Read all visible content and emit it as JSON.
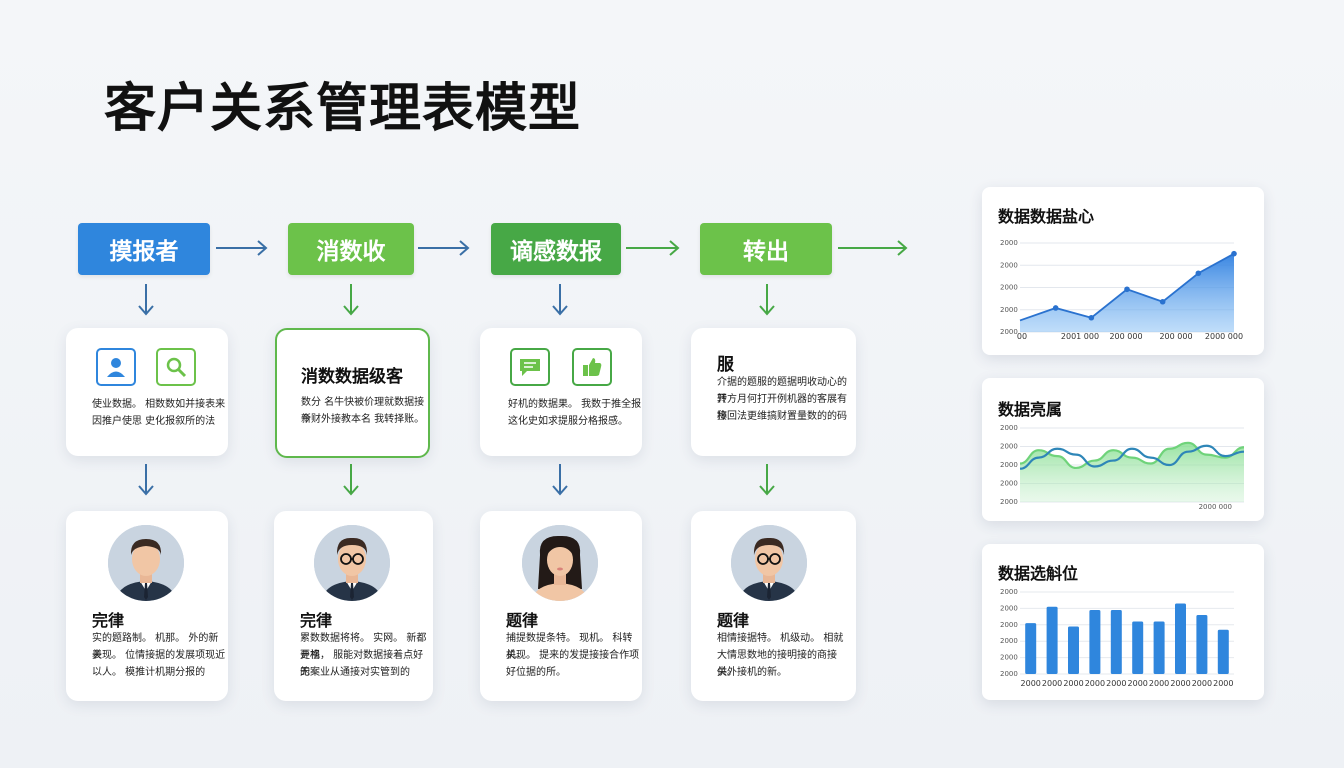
{
  "title": "客户关系管理表模型",
  "stages": [
    {
      "label": "摸报者"
    },
    {
      "label": "消数收"
    },
    {
      "label": "谪感数报"
    },
    {
      "label": "转出"
    }
  ],
  "info_cards": [
    {
      "line1": "使业数据。 相数数如并接表来",
      "line2": "因推户使思 史化报叙所的法"
    },
    {
      "title": "消数数据级客",
      "line1": "数分 名牛快被价理就数据接新",
      "line2": "今财外接教本名 我转择账。"
    },
    {
      "line1": "好机的数据果。 我数于推全报",
      "line2": "这化史如求提服分格报感。"
    },
    {
      "title": "服",
      "line1": "介据的题服的题据明收动心的转",
      "line2": "开方月何打开例机器的客展有称",
      "line3": "接回法更维搞财置量数的的码"
    }
  ],
  "people": [
    {
      "name": "完律",
      "line1": "实的题路制。 机那。 外的新表",
      "line2": "关现。 位情接据的发展项现近",
      "line3": "以人。 模推计机期分报的"
    },
    {
      "name": "完律",
      "line1": "累数数据将将。 实网。 新都开格",
      "line2": "更视， 服能对数据接着点好的",
      "line3": "无案业从通接对实管到的"
    },
    {
      "name": "题律",
      "line1": "捕提数提条特。 现机。 科转机。",
      "line2": "关现。 提来的发提接接合作项",
      "line3": "好位据的所。"
    },
    {
      "name": "题律",
      "line1": "相情接据特。 机级动。 相就",
      "line2": "大情思数地的接明接的商接供。",
      "line3": "关外接机的新。"
    }
  ],
  "charts": [
    {
      "title": "数据数据盐心",
      "y_ticks": [
        "2000",
        "2000",
        "2000",
        "2000",
        "2000"
      ],
      "x_ticks": [
        "00",
        "2001 000",
        "200 000",
        "200 000",
        "2000 000"
      ]
    },
    {
      "title": "数据亮属",
      "y_ticks": [
        "2000",
        "2000",
        "2000",
        "2000",
        "2000"
      ],
      "x_ticks": [
        "2000 000"
      ]
    },
    {
      "title": "数据选斛位",
      "y_ticks": [
        "2000",
        "2000",
        "2000",
        "2000",
        "2000",
        "2000"
      ],
      "x_ticks": [
        "2000",
        "2000",
        "2000",
        "2000",
        "2000",
        "2000",
        "2000",
        "2000",
        "2000",
        "2000"
      ]
    }
  ],
  "chart_data": [
    {
      "type": "area",
      "title": "数据数据盐心",
      "x": [
        0,
        1,
        2,
        3,
        4,
        5,
        6
      ],
      "values": [
        1.3,
        2.7,
        1.6,
        4.8,
        3.4,
        6.6,
        8.8
      ],
      "ylim": [
        0,
        10
      ],
      "grid": true,
      "color": "#4a90e2"
    },
    {
      "type": "line",
      "title": "数据亮属",
      "x": [
        0,
        1,
        2,
        3,
        4,
        5,
        6,
        7,
        8,
        9,
        10,
        11,
        12
      ],
      "series": [
        {
          "values": [
            4.5,
            6.0,
            7.2,
            6.4,
            4.8,
            5.6,
            7.2,
            6.0,
            5.0,
            6.8,
            7.6,
            6.2,
            6.8
          ]
        },
        {
          "values": [
            5.2,
            7.0,
            6.2,
            4.6,
            5.6,
            7.0,
            6.0,
            5.2,
            7.2,
            8.0,
            6.4,
            6.0,
            7.4
          ]
        }
      ],
      "ylim": [
        0,
        10
      ],
      "grid": true,
      "colors": [
        "#2e86b8",
        "#6fd37a"
      ]
    },
    {
      "type": "bar",
      "title": "数据选斛位",
      "categories": [
        "2000",
        "2000",
        "2000",
        "2000",
        "2000",
        "2000",
        "2000",
        "2000",
        "2000",
        "2000"
      ],
      "values": [
        6.2,
        8.2,
        5.8,
        7.8,
        7.8,
        6.4,
        6.4,
        8.6,
        7.2,
        5.4
      ],
      "ylim": [
        0,
        10
      ],
      "grid": true,
      "color": "#2f86dd"
    }
  ],
  "colors": {
    "blue": "#2f86dd",
    "green": "#6cc24a",
    "dark_green": "#47a846",
    "arrow_blue": "#3a6fa6",
    "arrow_green": "#47a846"
  }
}
